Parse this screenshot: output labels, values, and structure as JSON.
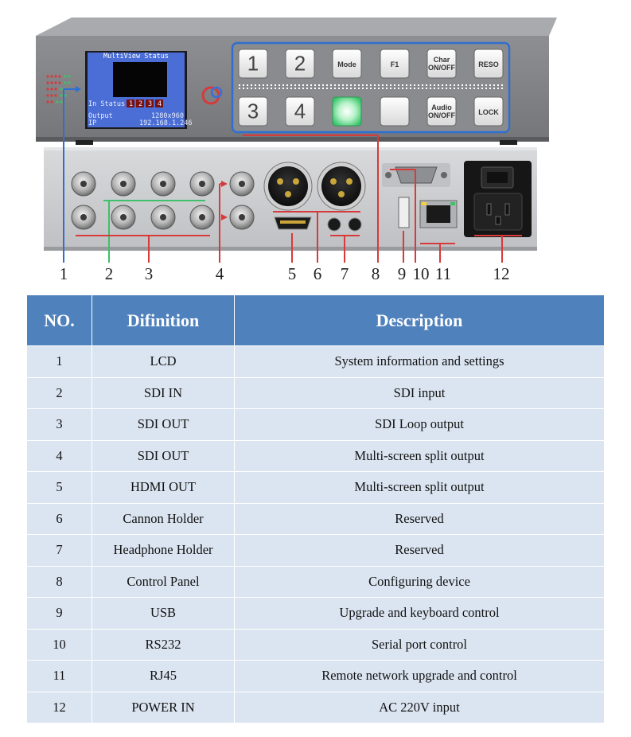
{
  "lcd": {
    "title": "MultiView Status",
    "status_label": "In Status",
    "status_channels": [
      "1",
      "2",
      "3",
      "4"
    ],
    "output_label": "Output",
    "output_value": "1280x960",
    "ip_label": "IP",
    "ip_value": "192.168.1.246"
  },
  "front_panel": {
    "keys_top": [
      "1",
      "2",
      "Mode",
      "F1",
      "Char ON/OFF",
      "RESO"
    ],
    "keys_bottom": [
      "3",
      "4",
      "",
      "",
      "Audio ON/OFF",
      "LOCK"
    ]
  },
  "callouts": [
    "1",
    "2",
    "3",
    "4",
    "5",
    "6",
    "7",
    "8",
    "9",
    "10",
    "11",
    "12"
  ],
  "table": {
    "headers": [
      "NO.",
      "Difinition",
      "Description"
    ],
    "rows": [
      [
        "1",
        "LCD",
        "System information and settings"
      ],
      [
        "2",
        "SDI IN",
        "SDI input"
      ],
      [
        "3",
        "SDI OUT",
        "SDI Loop output"
      ],
      [
        "4",
        "SDI OUT",
        "Multi-screen split output"
      ],
      [
        "5",
        "HDMI OUT",
        "Multi-screen split output"
      ],
      [
        "6",
        "Cannon Holder",
        "Reserved"
      ],
      [
        "7",
        "Headphone Holder",
        "Reserved"
      ],
      [
        "8",
        "Control Panel",
        "Configuring device"
      ],
      [
        "9",
        "USB",
        "Upgrade and keyboard control"
      ],
      [
        "10",
        "RS232",
        "Serial port control"
      ],
      [
        "11",
        "RJ45",
        "Remote network upgrade and control"
      ],
      [
        "12",
        "POWER IN",
        "AC 220V input"
      ]
    ]
  }
}
